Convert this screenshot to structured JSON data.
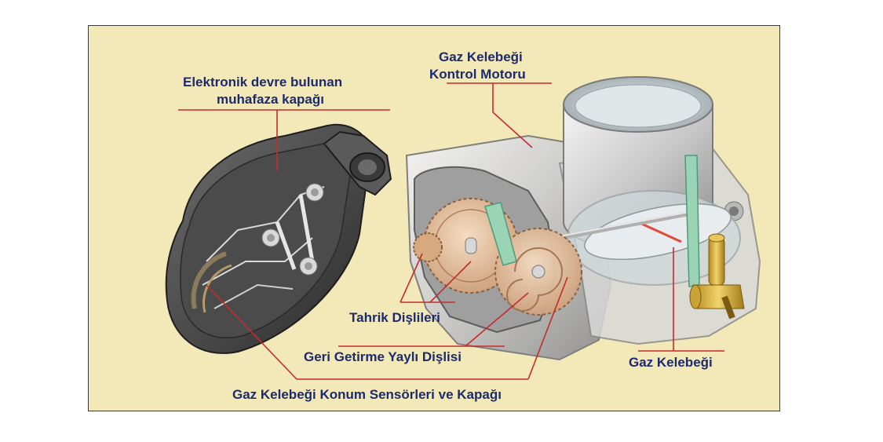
{
  "labels": {
    "cover": [
      "Elektronik devre bulunan",
      "muhafaza kapağı"
    ],
    "motor": [
      "Gaz Kelebeği",
      "Kontrol Motoru"
    ],
    "drive_gears": "Tahrik Dişlileri",
    "return_gear": "Geri Getirme Yaylı Dişlisi",
    "sensors": "Gaz Kelebeği Konum Sensörleri ve Kapağı",
    "throttle_valve": "Gaz Kelebeği"
  },
  "colors": {
    "background": "#f2e8b8",
    "label_text": "#1c2a6e",
    "leader_line": "#c62b2b"
  }
}
